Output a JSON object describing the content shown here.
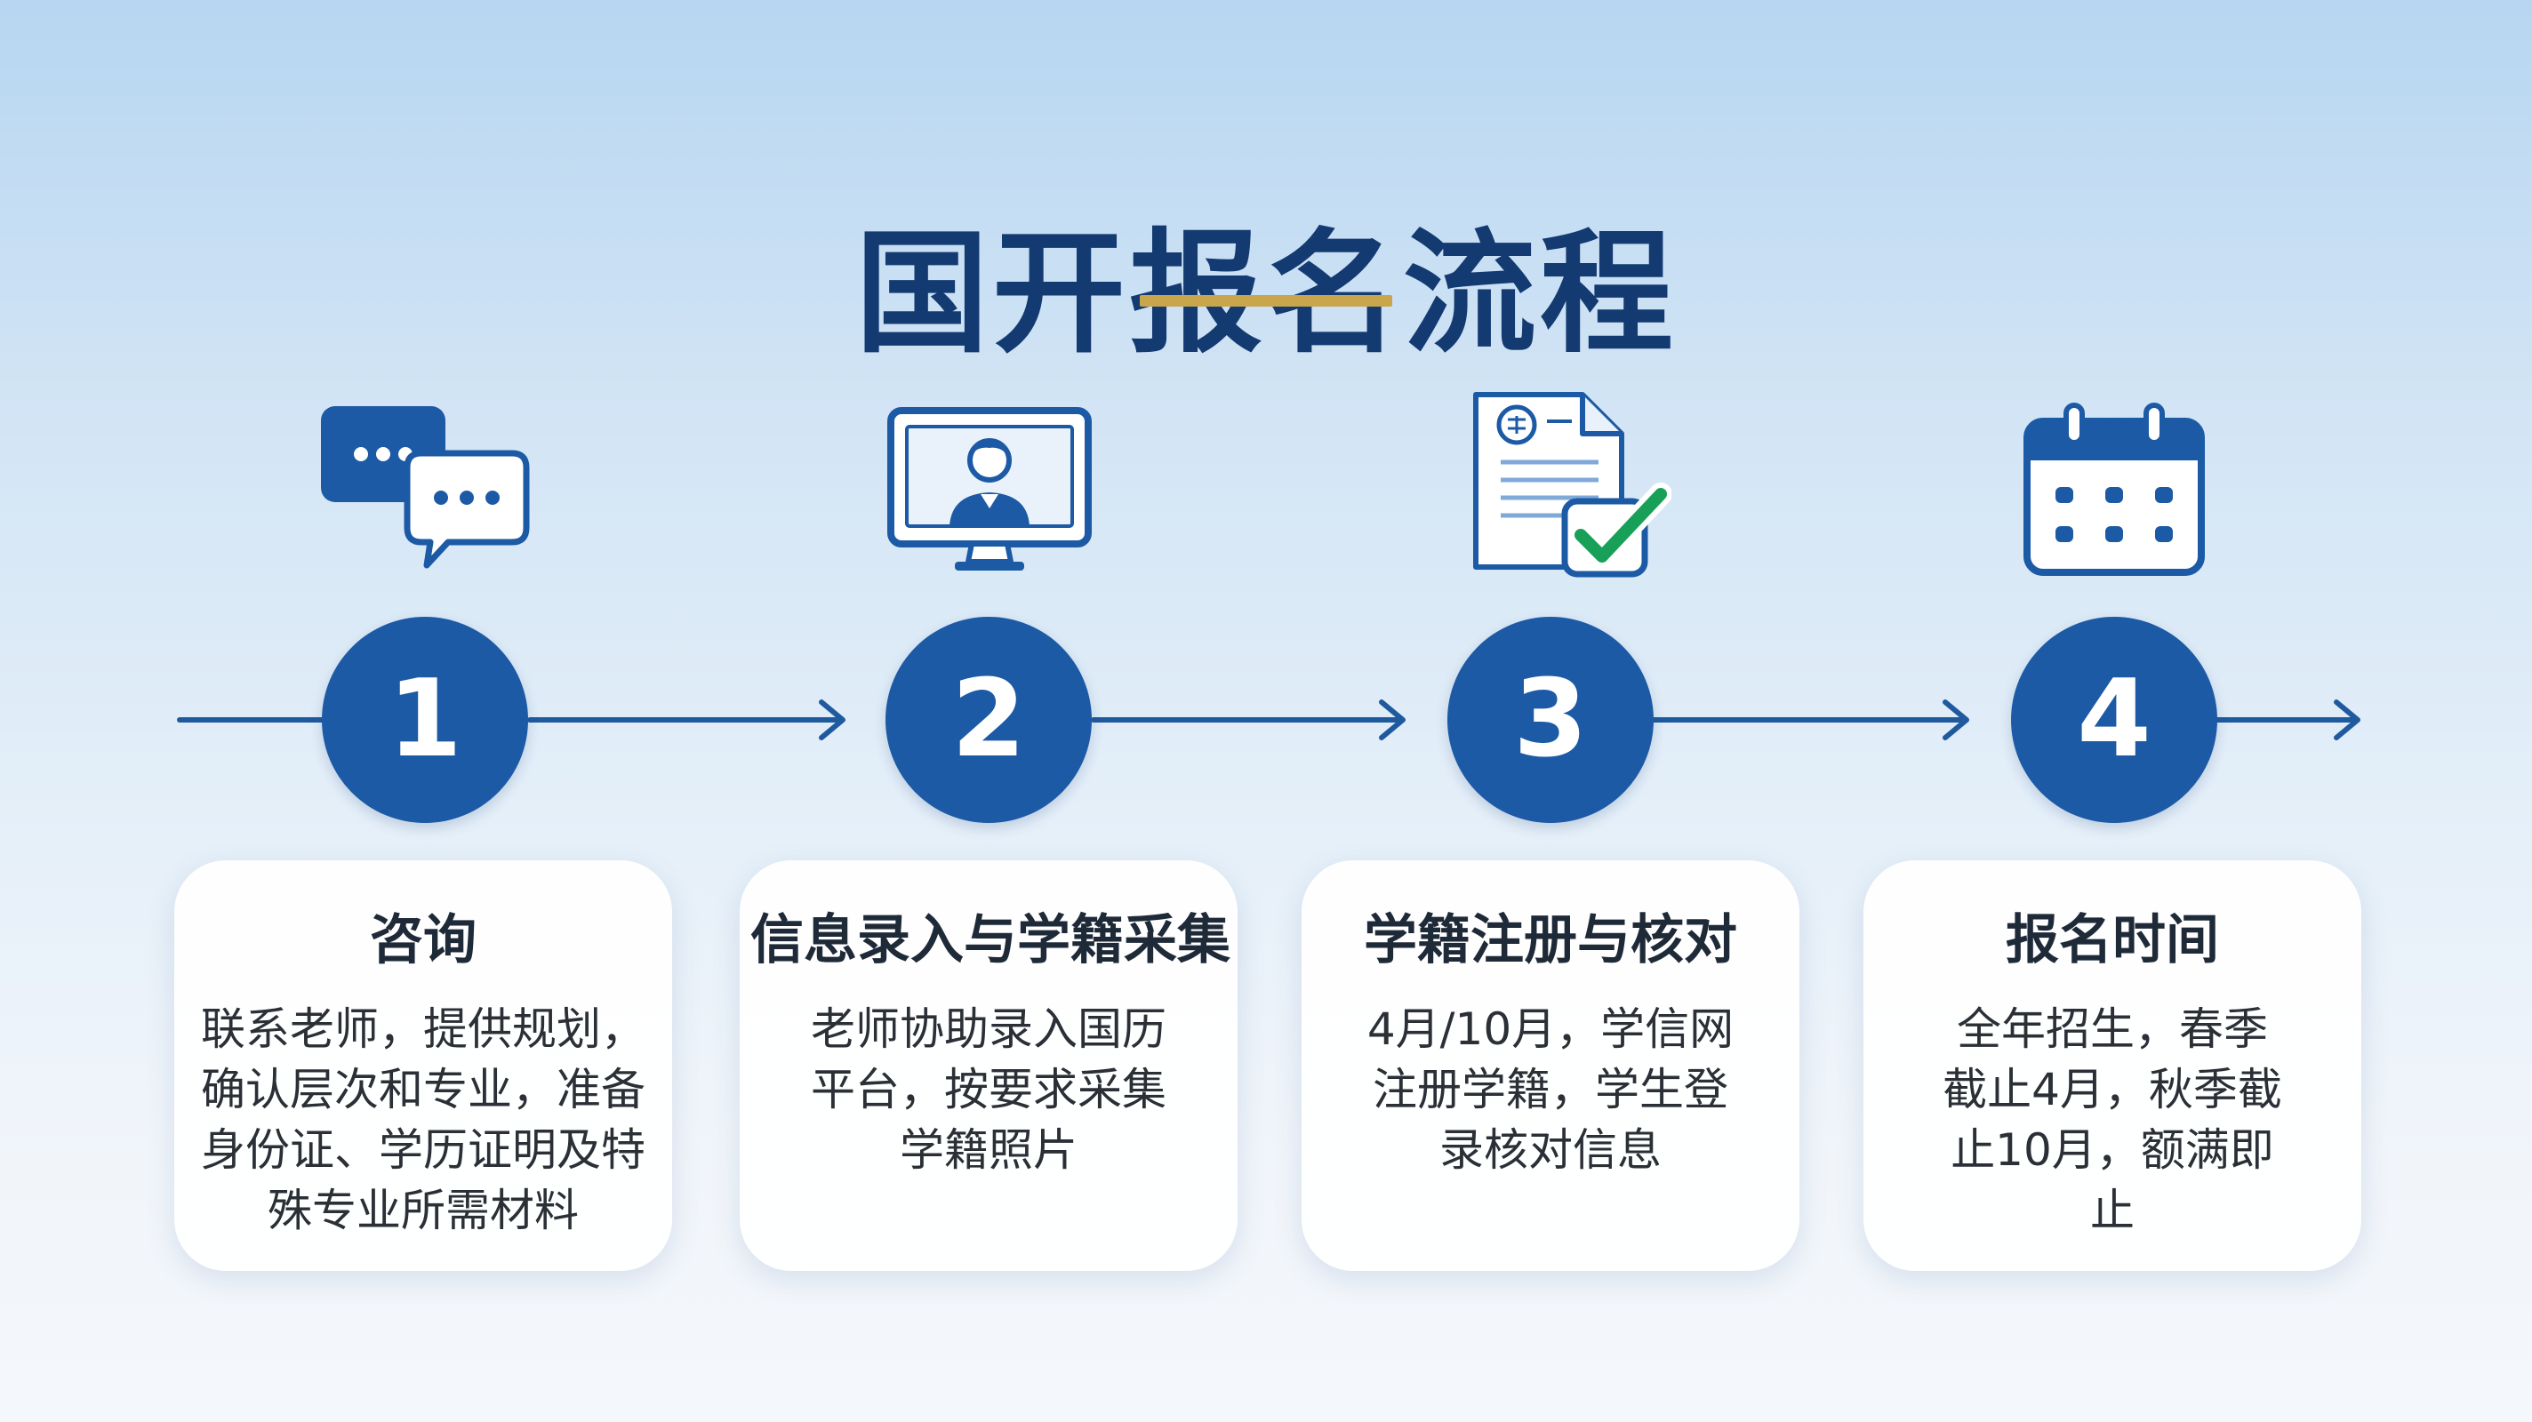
{
  "title": "国开报名流程",
  "colors": {
    "title": "#143a72",
    "accent_underline": "#c9a54c",
    "step_circle": "#1c5aa6",
    "arrow_line": "#1f5a9e",
    "icon_blue": "#1c5aa6",
    "check_green": "#18a058"
  },
  "steps": [
    {
      "number": "1",
      "icon": "chat-bubbles-icon",
      "heading": "咨询",
      "description": "联系老师，提供规划，确认层次和专业，准备身份证、学历证明及特殊专业所需材料"
    },
    {
      "number": "2",
      "icon": "computer-monitor-user-icon",
      "heading": "信息录入与学籍采集",
      "description": "老师协助录入国历平台，按要求采集学籍照片"
    },
    {
      "number": "3",
      "icon": "document-checkmark-icon",
      "heading": "学籍注册与核对",
      "description": "4月/10月，学信网注册学籍，学生登录核对信息"
    },
    {
      "number": "4",
      "icon": "calendar-icon",
      "heading": "报名时间",
      "description": "全年招生，春季截止4月，秋季截止10月，额满即止"
    }
  ]
}
